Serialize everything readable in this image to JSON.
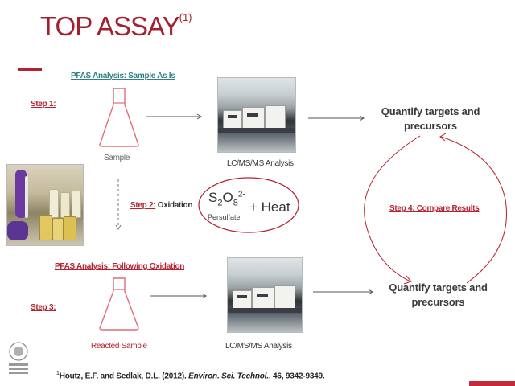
{
  "title": {
    "text": "TOP ASSAY",
    "superscript": "(1)"
  },
  "steps": {
    "step1_label": "Step 1:",
    "step1_heading": "PFAS Analysis: Sample As Is",
    "sample_caption": "Sample",
    "lcms_caption_1": "LC/MS/MS Analysis",
    "step2_label": "Step 2:",
    "step2_text": "Oxidation",
    "step3_label": "Step 3:",
    "step3_heading": "PFAS Analysis: Following Oxidation",
    "reacted_caption": "Reacted Sample",
    "lcms_caption_2": "LC/MS/MS Analysis",
    "step4_label": "Step 4: Compare Results"
  },
  "oxidation": {
    "formula_main": "S",
    "formula_sub1": "2",
    "formula_o": "O",
    "formula_sub2": "8",
    "formula_sup": "2-",
    "plus_heat": "+ Heat",
    "persulfate": "Persulfate"
  },
  "quantify_top": {
    "line1": "Quantify targets and",
    "line2": "precursors"
  },
  "quantify_bottom": {
    "line1": "Quantify targets and",
    "line2": "precursors"
  },
  "footnote": {
    "sup": "1",
    "authors": "Houtz, E.F. and Sedlak, D.L. (2012).",
    "journal": "Environ. Sci. Technol.",
    "rest": ", 46, 9342-9349."
  },
  "colors": {
    "accent_red": "#b5212e",
    "teal": "#2f7f86",
    "arrow_gray": "#555555"
  },
  "icons": [
    "flask-icon",
    "reacted-flask-icon",
    "seal-logo-icon"
  ]
}
